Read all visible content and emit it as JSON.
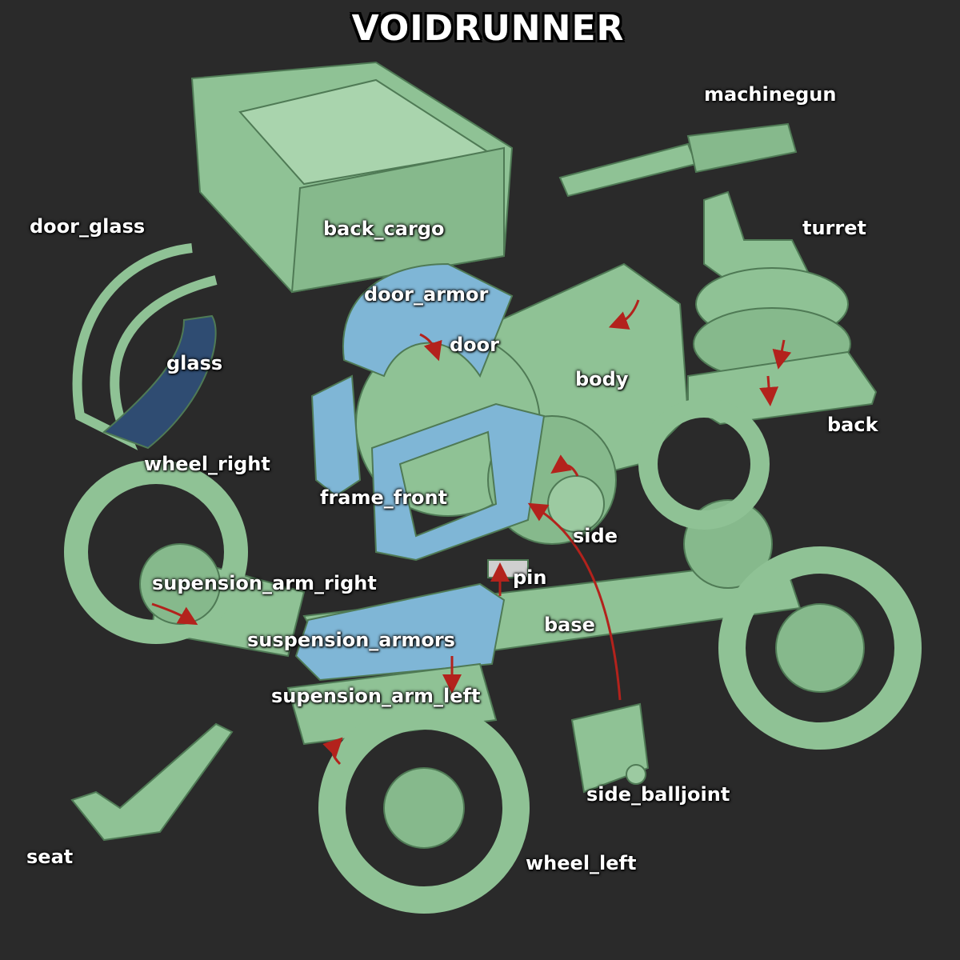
{
  "title": "VOIDRUNNER",
  "colors": {
    "background": "#2a2a2a",
    "part_green": "#8fc295",
    "part_blue": "#7fb6d6",
    "glass_blue": "#2f4c72",
    "arrow_red": "#b3221c",
    "label": "#ffffff"
  },
  "labels": {
    "machinegun": "machinegun",
    "door_glass": "door_glass",
    "back_cargo": "back_cargo",
    "turret": "turret",
    "door_armor": "door_armor",
    "door": "door",
    "glass": "glass",
    "body": "body",
    "back": "back",
    "wheel_right": "wheel_right",
    "frame_front": "frame_front",
    "side": "side",
    "pin": "pin",
    "supension_arm_right": "supension_arm_right",
    "base": "base",
    "suspension_armors": "suspension_armors",
    "supension_arm_left": "supension_arm_left",
    "side_balljoint": "side_balljoint",
    "seat": "seat",
    "wheel_left": "wheel_left"
  }
}
